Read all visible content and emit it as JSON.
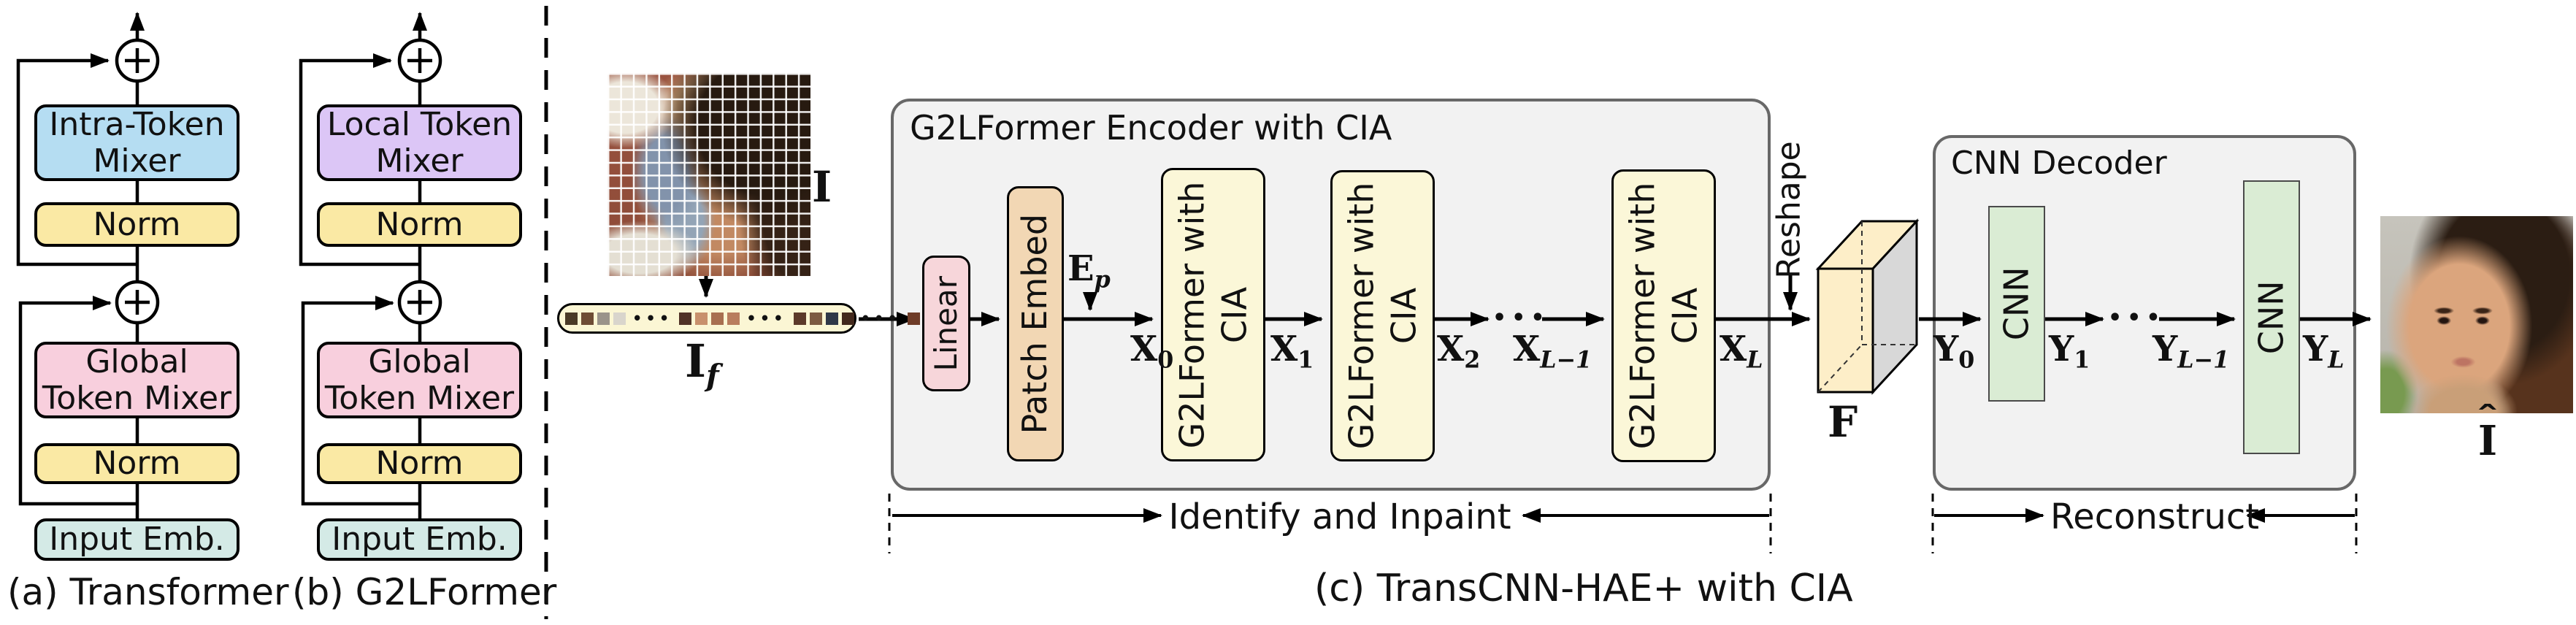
{
  "colors": {
    "panel_bg": "#f2f2f2",
    "panel_border": "#686868",
    "intra_token_mixer": "#b5ddf2",
    "local_token_mixer": "#dcc6f6",
    "norm": "#fae9a4",
    "global_token_mixer": "#f8cfdd",
    "input_emb": "#d4eae6",
    "linear": "#f7d6da",
    "patch_embed": "#f2d7b4",
    "g2l_block": "#fbf7d8",
    "cnn_block": "#daecd4",
    "cube_face": "#fdeec8",
    "strip_bg": "#fbf6d4"
  },
  "panel_a": {
    "caption": "(a) Transformer",
    "blocks": [
      {
        "bg": "#b5ddf2",
        "lines": [
          "Intra-Token",
          "Mixer"
        ]
      },
      {
        "bg": "#fae9a4",
        "lines": [
          "Norm"
        ]
      },
      {
        "bg": "#f8cfdd",
        "lines": [
          "Global",
          "Token Mixer"
        ]
      },
      {
        "bg": "#fae9a4",
        "lines": [
          "Norm"
        ]
      },
      {
        "bg": "#d4eae6",
        "lines": [
          "Input Emb."
        ]
      }
    ]
  },
  "panel_b": {
    "caption": "(b) G2LFormer",
    "blocks": [
      {
        "bg": "#dcc6f6",
        "lines": [
          "Local Token",
          "Mixer"
        ]
      },
      {
        "bg": "#fae9a4",
        "lines": [
          "Norm"
        ]
      },
      {
        "bg": "#f8cfdd",
        "lines": [
          "Global",
          "Token Mixer"
        ]
      },
      {
        "bg": "#fae9a4",
        "lines": [
          "Norm"
        ]
      },
      {
        "bg": "#d4eae6",
        "lines": [
          "Input Emb."
        ]
      }
    ]
  },
  "panel_c": {
    "caption": "(c) TransCNN-HAE+ with CIA",
    "encoder_title": "G2LFormer Encoder with CIA",
    "decoder_title": "CNN Decoder",
    "linear_label": "Linear",
    "patch_embed_label": "Patch Embed",
    "g2l_line1": "G2LFormer with",
    "g2l_line2": "CIA",
    "cnn_label": "CNN",
    "reshape_label": "Reshape",
    "identify_label": "Identify and Inpaint",
    "reconstruct_label": "Reconstruct",
    "ellipsis": "•••",
    "math": {
      "input": "I",
      "if_base": "I",
      "if_sub": "f",
      "ep_base": "E",
      "ep_sub": "p",
      "x0_base": "X",
      "x0_sub": "0",
      "x1_base": "X",
      "x1_sub": "1",
      "x2_base": "X",
      "x2_sub": "2",
      "xlm1_base": "X",
      "xlm1_sub": "L−1",
      "xl_base": "X",
      "xl_sub": "L",
      "f": "F",
      "y0_base": "Y",
      "y0_sub": "0",
      "y1_base": "Y",
      "y1_sub": "1",
      "ylm1_base": "Y",
      "ylm1_sub": "L−1",
      "yl_base": "Y",
      "yl_sub": "L",
      "ihat_hat": "ˆ",
      "ihat_base": "I"
    },
    "strip": {
      "items": [
        {
          "type": "patch",
          "color": "#4a3a26"
        },
        {
          "type": "patch",
          "color": "#6e4c34"
        },
        {
          "type": "patch",
          "color": "#9a938a"
        },
        {
          "type": "patch",
          "color": "#d9d5cc"
        },
        {
          "type": "dots"
        },
        {
          "type": "patch",
          "color": "#503226"
        },
        {
          "type": "patch",
          "color": "#c8906c"
        },
        {
          "type": "patch",
          "color": "#a86f50"
        },
        {
          "type": "patch",
          "color": "#b97d5e"
        },
        {
          "type": "dots"
        },
        {
          "type": "patch",
          "color": "#5c3a2a"
        },
        {
          "type": "patch",
          "color": "#7c5a42"
        },
        {
          "type": "patch",
          "color": "#2f3848"
        },
        {
          "type": "patch",
          "color": "#42281c"
        },
        {
          "type": "dots"
        },
        {
          "type": "patch",
          "color": "#6e3c28"
        }
      ]
    }
  }
}
